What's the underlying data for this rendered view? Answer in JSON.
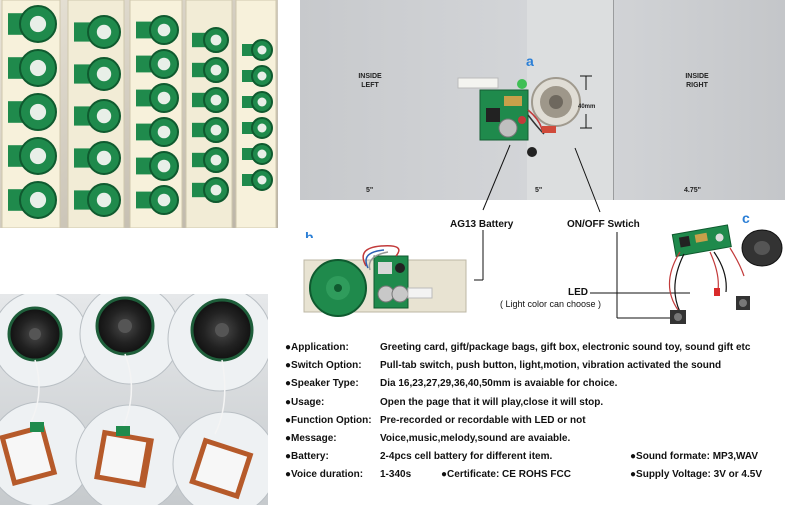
{
  "card": {
    "letter": "a",
    "inside_left": "INSIDE\nLEFT",
    "inside_right": "INSIDE\nRIGHT",
    "dim_left": "5\"",
    "dim_center": "5\"",
    "dim_right": "4.75\"",
    "dim_speaker": "40mm"
  },
  "labels": {
    "battery": "AG13 Battery",
    "switch": "ON/OFF Swtich",
    "led": "LED",
    "led_note": "( Light color can choose )",
    "letter_b": "b",
    "letter_c": "c"
  },
  "specs": [
    {
      "key": "●Application:",
      "value": "Greeting card, gift/package bags, gift box, electronic sound toy, sound gift etc"
    },
    {
      "key": "●Switch Option:",
      "value": "Pull-tab switch, push button, light,motion, vibration activated the sound"
    },
    {
      "key": "●Speaker Type:",
      "value": "Dia 16,23,27,29,36,40,50mm is avaiable for choice."
    },
    {
      "key": "●Usage:",
      "value": "Open the page that it will play,close it will stop."
    },
    {
      "key": "●Function Option:",
      "value": "Pre-recorded or recordable with LED or not"
    },
    {
      "key": "●Message:",
      "value": "Voice,music,melody,sound are avaiable."
    },
    {
      "key": "●Battery:",
      "value": "2-4pcs cell battery for different item."
    },
    {
      "key": "●Voice duration:",
      "value": "1-340s"
    }
  ],
  "extra_specs": {
    "certificate": "●Certificate: CE ROHS FCC",
    "sound_format": "●Sound formate: MP3,WAV",
    "supply_voltage": "●Supply Voltage:  3V or 4.5V"
  },
  "colors": {
    "pcb_green": "#1f8a4c",
    "speaker_cone": "#2a2a2a",
    "accent_blue": "#2b7fd6"
  }
}
